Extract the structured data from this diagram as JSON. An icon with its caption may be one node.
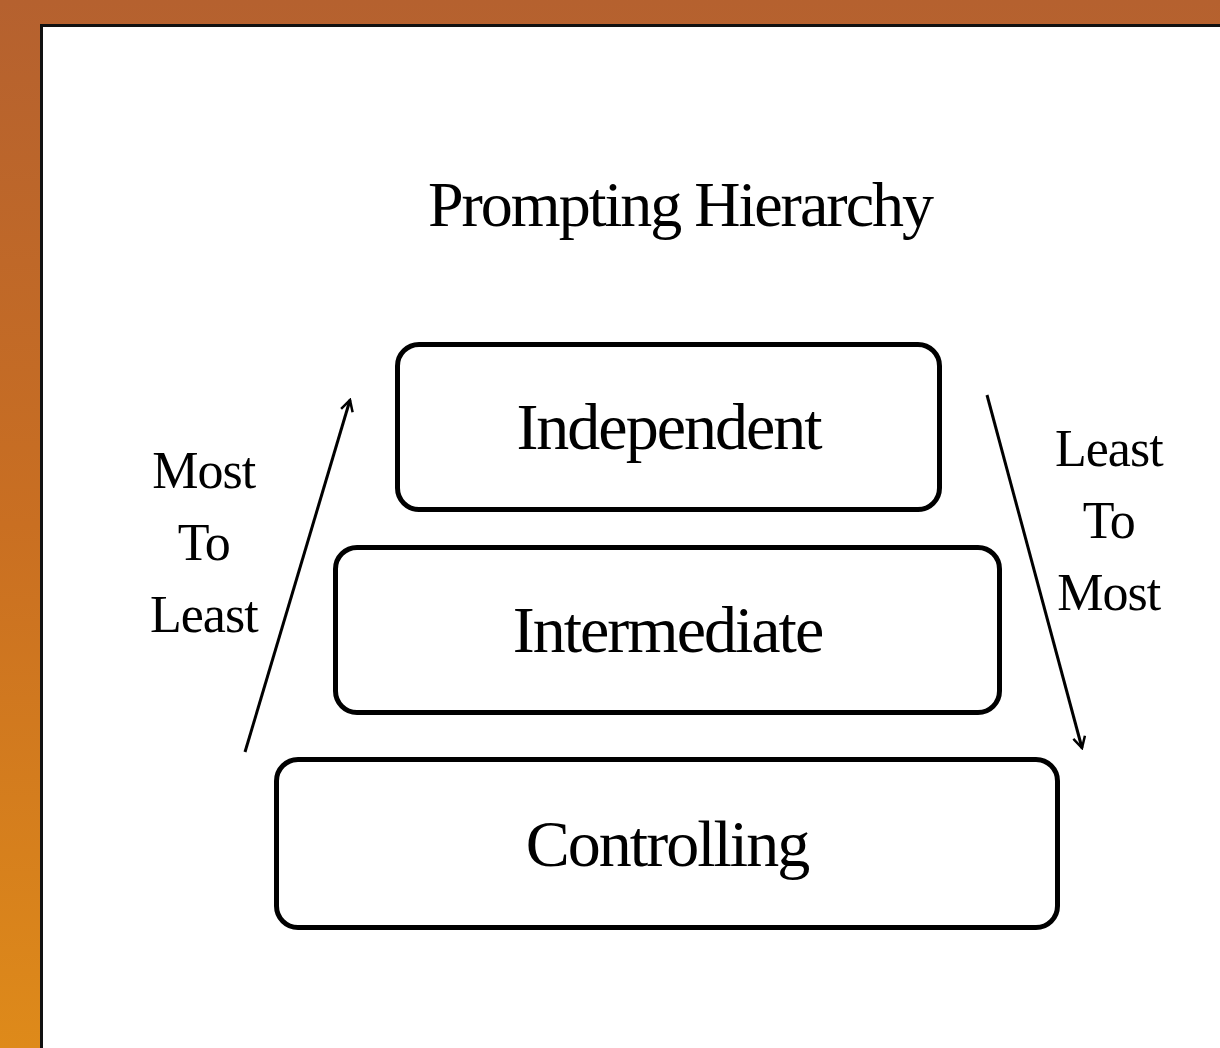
{
  "diagram": {
    "title": "Prompting Hierarchy",
    "nodes": [
      {
        "text": [
          "Independent"
        ]
      },
      {
        "text": [
          "Intermediate"
        ]
      },
      {
        "text": [
          "Controlling"
        ]
      }
    ],
    "labels": [
      "Most To Least",
      "Least To Most"
    ]
  }
}
